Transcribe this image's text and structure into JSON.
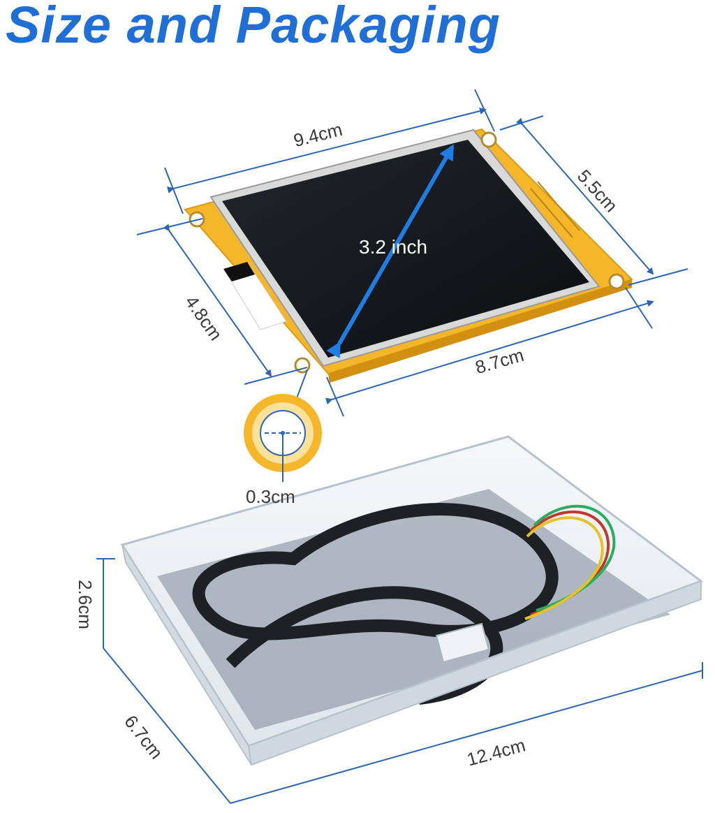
{
  "title": "Size and Packaging",
  "colors": {
    "accent": "#1f6fd6",
    "dimension_line": "#2a66b5",
    "pcb": "#f5b62a",
    "screen": "#111418",
    "box": "#e9eef3",
    "cable": "#1d2126"
  },
  "screen": {
    "diagonal": "3.2 inch",
    "pcb_length": "9.4cm",
    "pcb_width": "5.5cm",
    "screen_length": "8.7cm",
    "screen_width": "4.8cm",
    "hole_diameter": "0.3cm"
  },
  "packaging": {
    "height": "2.6cm",
    "width": "6.7cm",
    "length": "12.4cm"
  }
}
